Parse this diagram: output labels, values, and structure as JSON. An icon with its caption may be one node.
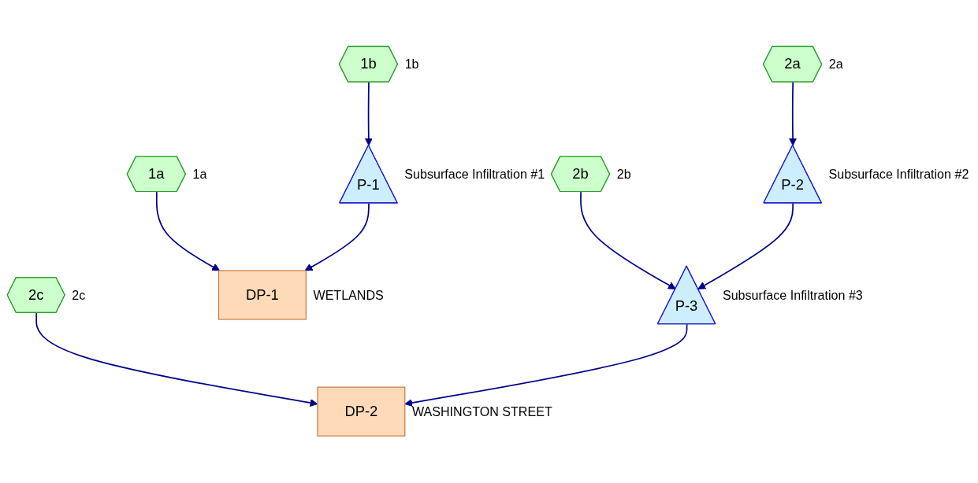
{
  "diagram": {
    "nodes": [
      {
        "text": [
          "1a"
        ],
        "beside": [
          "1a"
        ]
      },
      {
        "text": [
          "1b"
        ],
        "beside": [
          "1b"
        ]
      },
      {
        "text": [
          "2a"
        ],
        "beside": [
          "2a"
        ]
      },
      {
        "text": [
          "2b"
        ],
        "beside": [
          "2b"
        ]
      },
      {
        "text": [
          "2c"
        ],
        "beside": [
          "2c"
        ]
      },
      {
        "text": [
          "DP-1"
        ],
        "beside": [
          "WETLANDS"
        ]
      },
      {
        "text": [
          "P-1"
        ],
        "beside": [
          "Subsurface Infiltration #1"
        ]
      },
      {
        "text": [
          "P-2"
        ],
        "beside": [
          "Subsurface Infiltration #2"
        ]
      },
      {
        "text": [
          "P-3"
        ],
        "beside": [
          "Subsurface Infiltration #3"
        ]
      },
      {
        "text": [
          "DP-2"
        ],
        "beside": [
          "WASHINGTON STREET"
        ]
      }
    ],
    "edges": [
      {
        "from": 0,
        "to": 5,
        "arrow": "to"
      },
      {
        "from": 1,
        "to": 6,
        "arrow": "to"
      },
      {
        "from": 2,
        "to": 7,
        "arrow": "to"
      },
      {
        "from": 3,
        "to": 8,
        "arrow": "to"
      },
      {
        "from": 4,
        "to": 9,
        "arrow": "to"
      },
      {
        "from": 6,
        "to": 5,
        "arrow": "to"
      },
      {
        "from": 7,
        "to": 8,
        "arrow": "to"
      },
      {
        "from": 8,
        "to": 9,
        "arrow": "to"
      }
    ]
  }
}
